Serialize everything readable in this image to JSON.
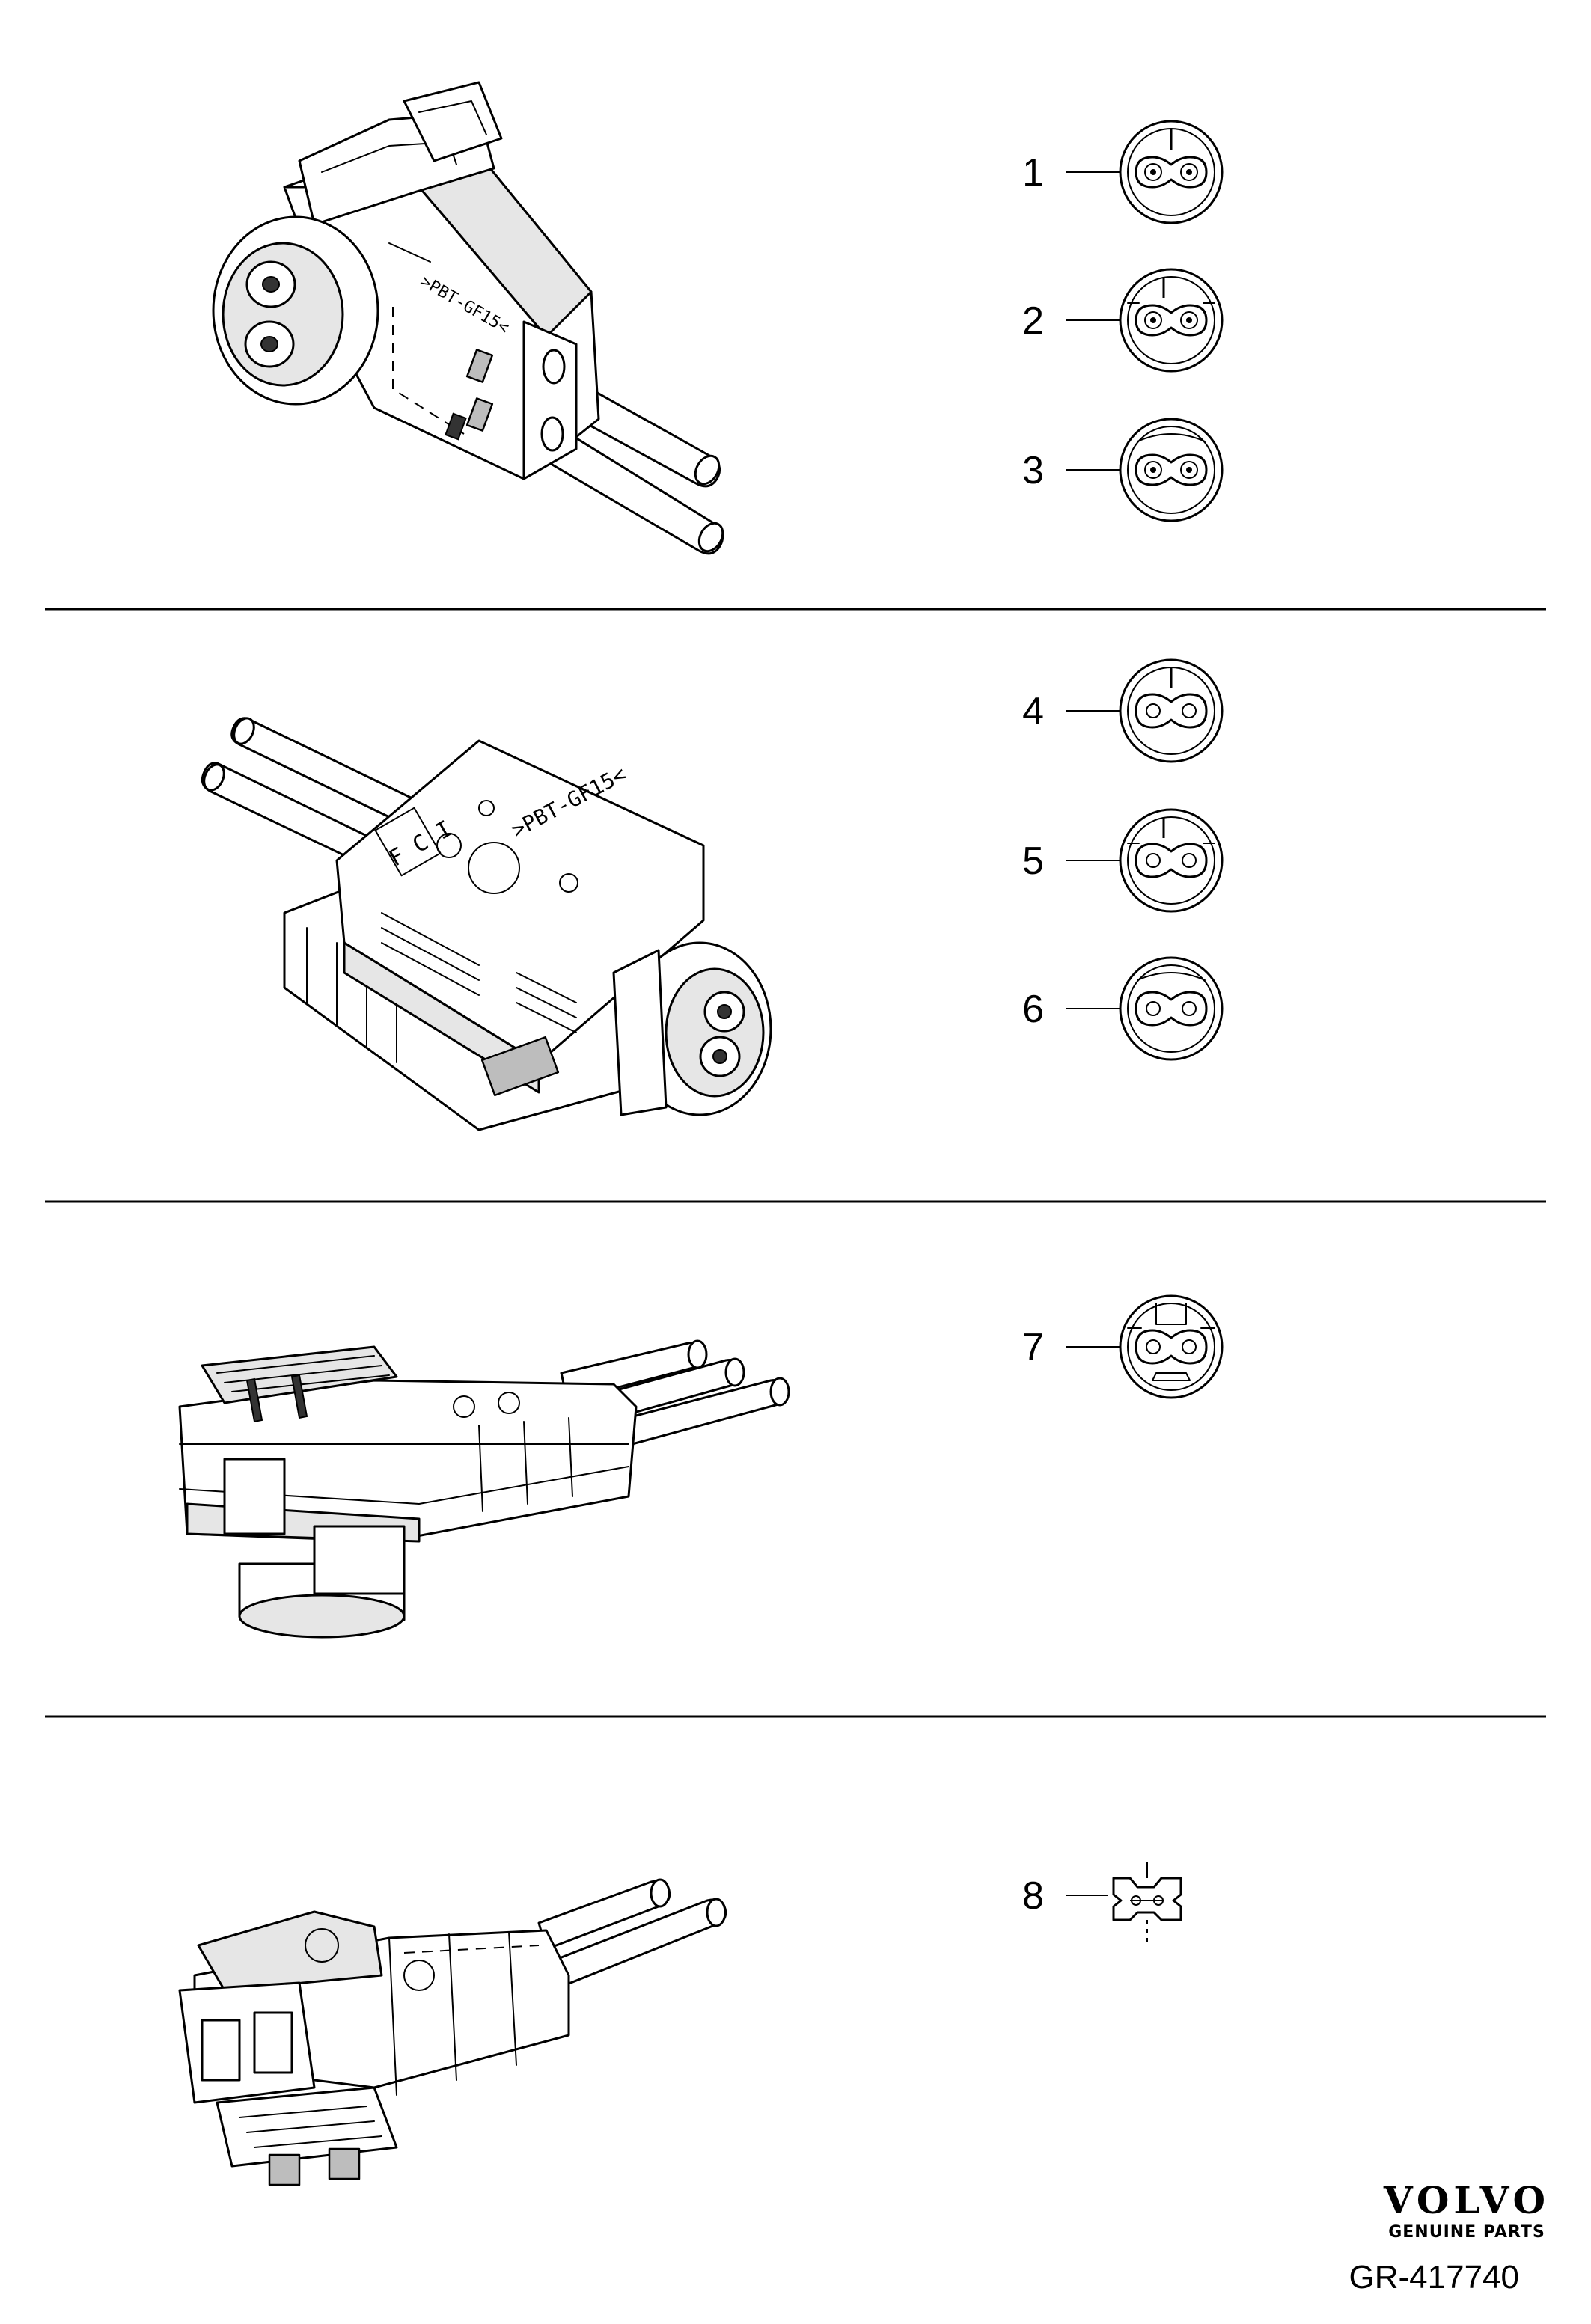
{
  "callouts": [
    "1",
    "2",
    "3",
    "4",
    "5",
    "6",
    "7",
    "8"
  ],
  "part_markings": {
    "material": ">PBT-GF15<",
    "fc_label": "F C I"
  },
  "brand": {
    "name": "VOLVO",
    "tagline": "GENUINE PARTS"
  },
  "reference": "GR-417740"
}
